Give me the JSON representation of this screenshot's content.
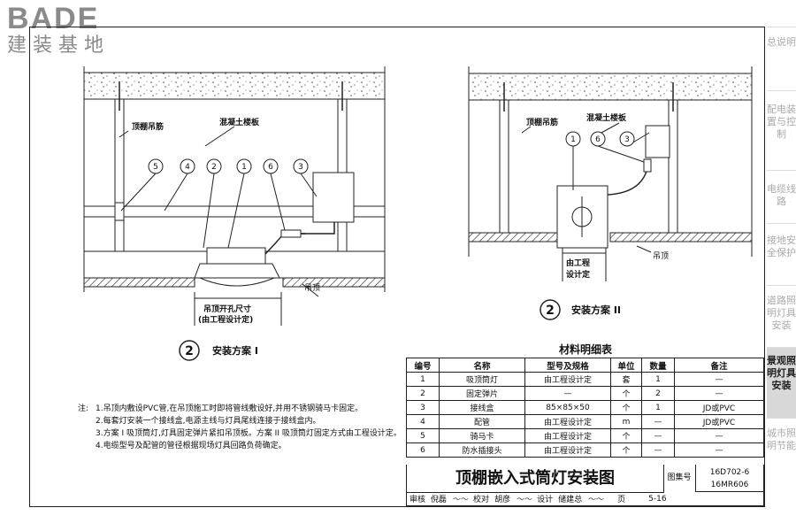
{
  "logo": {
    "brand": "BADE",
    "sub": "建装基地"
  },
  "sidebar": {
    "items": [
      {
        "label": "总说明",
        "active": false
      },
      {
        "label": "配电装置与控制",
        "active": false
      },
      {
        "label": "电缆线路",
        "active": false
      },
      {
        "label": "接地安全保护",
        "active": false
      },
      {
        "label": "道路照明灯具安装",
        "active": false
      },
      {
        "label": "景观照明灯具安装",
        "active": true
      },
      {
        "label": "城市照明节能",
        "active": false
      }
    ]
  },
  "drawing1": {
    "labels": {
      "hanger": "顶棚吊筋",
      "slab": "混凝土楼板",
      "ceiling": "吊顶",
      "opening1": "吊顶开孔尺寸",
      "opening2": "(由工程设计定)"
    },
    "callouts": [
      "5",
      "4",
      "2",
      "1",
      "6",
      "3"
    ],
    "scheme_num": "2",
    "scheme_label": "安装方案 I"
  },
  "drawing2": {
    "labels": {
      "hanger": "顶棚吊筋",
      "slab": "混凝土楼板",
      "ceiling": "吊顶",
      "design1": "由工程",
      "design2": "设计定"
    },
    "callouts": [
      "1",
      "6",
      "3"
    ],
    "scheme_num": "2",
    "scheme_label": "安装方案 II"
  },
  "materials": {
    "title": "材料明细表",
    "headers": [
      "编号",
      "名称",
      "型号及规格",
      "单位",
      "数量",
      "备注"
    ],
    "rows": [
      [
        "1",
        "吸顶筒灯",
        "由工程设计定",
        "套",
        "1",
        "—"
      ],
      [
        "2",
        "固定弹片",
        "—",
        "个",
        "2",
        "—"
      ],
      [
        "3",
        "接线盒",
        "85×85×50",
        "个",
        "1",
        "JD或PVC"
      ],
      [
        "4",
        "配管",
        "由工程设计定",
        "m",
        "—",
        "JD或PVC"
      ],
      [
        "5",
        "骑马卡",
        "由工程设计定",
        "个",
        "—",
        "—"
      ],
      [
        "6",
        "防水插接头",
        "由工程设计定",
        "个",
        "—",
        "—"
      ]
    ]
  },
  "notes": {
    "prefix": "注:",
    "items": [
      "1.吊顶内敷设PVC管,在吊顶施工时即将管线敷设好,并用不锈钢骑马卡固定。",
      "2.每套灯安装一个接线盒,电源主线与灯具尾线连接于接线盒内。",
      "3.方案 I 吸顶筒灯,灯具固定弹片紧扣吊顶板。方案 II 吸顶筒灯固定方式由工程设计定。",
      "4.电缆型号及配管的管径根据现场灯具回路负荷确定。"
    ]
  },
  "title_block": {
    "title": "顶棚嵌入式筒灯安装图",
    "atlas_label": "图集号",
    "atlas_no1": "16D702-6",
    "atlas_no2": "16MR606",
    "page_label": "页",
    "page_no": "5-16",
    "review": "审核",
    "reviewer": "倪磊",
    "check": "校对",
    "checker": "胡彦",
    "design": "设计",
    "designer": "储建总"
  }
}
